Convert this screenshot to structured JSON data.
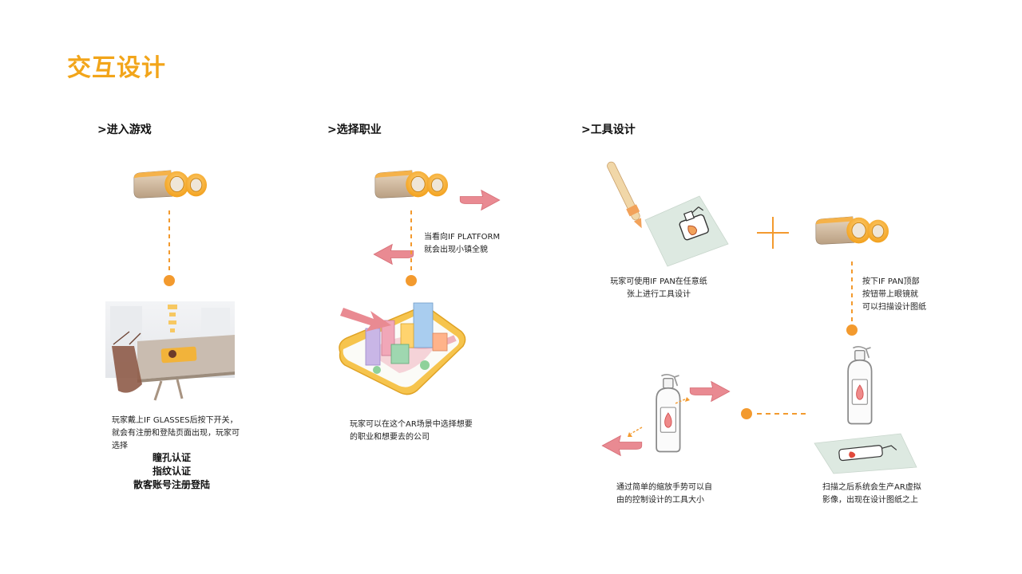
{
  "page": {
    "title": "交互设计",
    "accent_color": "#f2a51a",
    "dot_color": "#f39a2e",
    "arrow_color": "#e8808b"
  },
  "sections": {
    "enter_game": {
      "heading": ">进入游戏",
      "caption_line1": "玩家戴上IF GLASSES后按下开关，",
      "caption_line2": "就会有注册和登陆页面出现，玩家可",
      "caption_line3": "选择",
      "auth_methods": [
        "瞳孔认证",
        "指纹认证",
        "散客账号注册登陆"
      ]
    },
    "choose_job": {
      "heading": ">选择职业",
      "note_line1": "当看向IF PLATFORM",
      "note_line2": "就会出现小镇全貌",
      "caption_line1": "玩家可以在这个AR场景中选择想要",
      "caption_line2": "的职业和想要去的公司"
    },
    "tool_design": {
      "heading": ">工具设计",
      "step1_line1": "玩家可使用IF PAN在任意纸",
      "step1_line2": "张上进行工具设计",
      "step2_line1": "按下IF PAN顶部",
      "step2_line2": "按钮带上眼镜就",
      "step2_line3": "可以扫描设计图纸",
      "step3_line1": "扫描之后系统会生产AR虚拟",
      "step3_line2": "影像，出现在设计图纸之上",
      "step4_line1": "通过简单的缩放手势可以自",
      "step4_line2": "由的控制设计的工具大小"
    }
  }
}
